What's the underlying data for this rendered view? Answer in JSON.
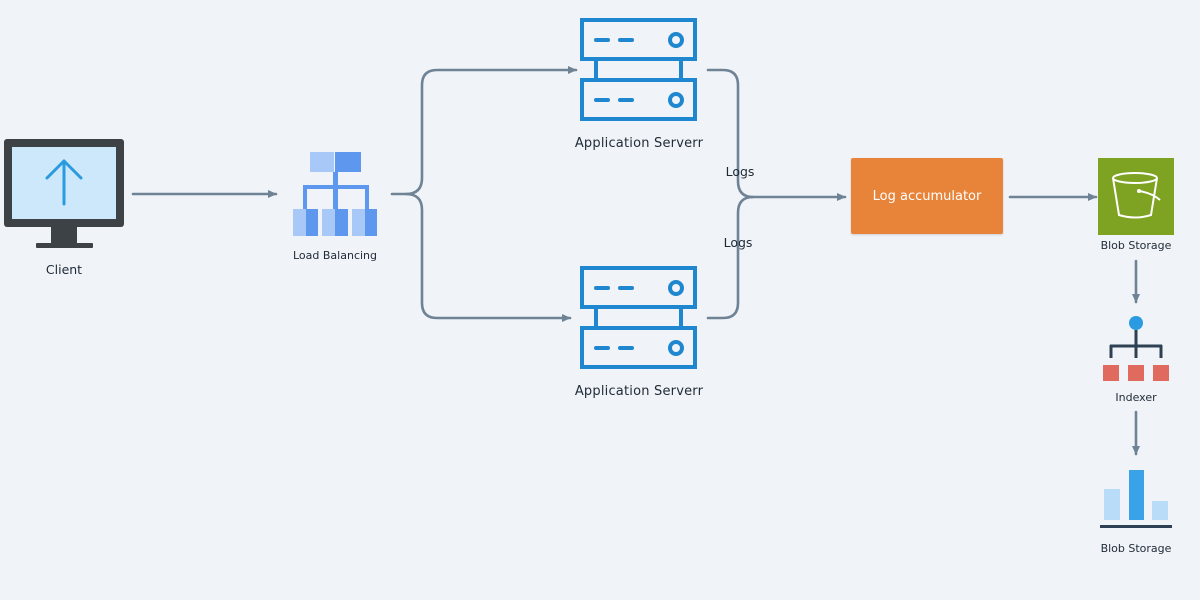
{
  "colors": {
    "background": "#f0f3f7",
    "connector": "#6f8396",
    "server_blue": "#1e87d0",
    "monitor_frame": "#3d4247",
    "monitor_screen": "#cde8fb",
    "arrow_blue": "#2a9be0",
    "lb_light": "#a8c8f7",
    "lb_dark": "#5e97ee",
    "log_accumulator": "#e8843a",
    "bucket_green": "#7ea221",
    "indexer_red": "#e06a5e",
    "indexer_dark": "#2e4053",
    "chart_light": "#b9dcf8",
    "chart_blue": "#3aa2e6"
  },
  "icons": {
    "client": "monitor-upload-icon",
    "load_balancer": "hierarchy-icon",
    "server": "server-rack-icon",
    "blob_storage": "bucket-icon",
    "indexer": "tree-index-icon",
    "search_store": "bar-chart-storage-icon"
  },
  "nodes": {
    "client": "Client",
    "load_balancer": "Load Balancing",
    "server_top": "Application Serverr",
    "server_bottom": "Application Serverr",
    "log_accumulator": "Log accumulator",
    "blob_storage": "Blob Storage",
    "indexer": "Indexer",
    "blob_storage_2": "Blob Storage"
  },
  "edges": {
    "logs_top": "Logs",
    "logs_bottom": "Logs"
  }
}
